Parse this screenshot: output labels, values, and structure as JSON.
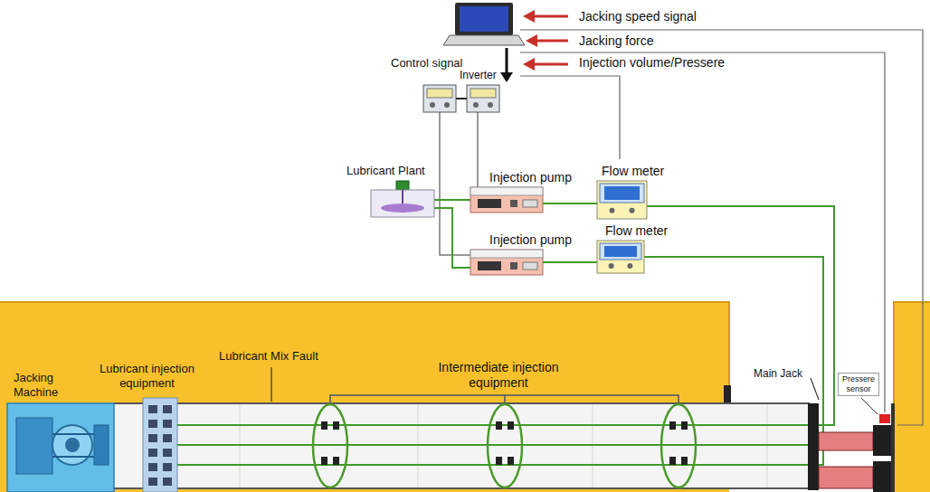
{
  "diagram": {
    "nodes": [
      {
        "text": [
          "Inverter"
        ]
      },
      {
        "text": [
          "Lubricant Plant"
        ]
      },
      {
        "text": [
          "Injection pump"
        ]
      },
      {
        "text": [
          "Flow meter"
        ]
      },
      {
        "text": [
          "Injection pump"
        ]
      },
      {
        "text": [
          "Flow meter"
        ]
      }
    ],
    "edges": [
      {
        "from": 0,
        "to": 2,
        "arrow": "none"
      },
      {
        "from": 0,
        "to": 4,
        "arrow": "none"
      },
      {
        "from": 1,
        "to": 2,
        "arrow": "none"
      },
      {
        "from": 1,
        "to": 4,
        "arrow": "none"
      },
      {
        "from": 2,
        "to": 3,
        "arrow": "none"
      },
      {
        "from": 4,
        "to": 5,
        "arrow": "none"
      }
    ],
    "labels": [
      "Jacking speed signal",
      "Jacking force",
      "Injection volume/Pressere",
      "Control signal",
      "Jacking Machine",
      "Lubricant injection equipment",
      "Lubricant Mix Fault",
      "Intermediate injection equipment",
      "Main Jack",
      "Pressere sensor"
    ]
  }
}
